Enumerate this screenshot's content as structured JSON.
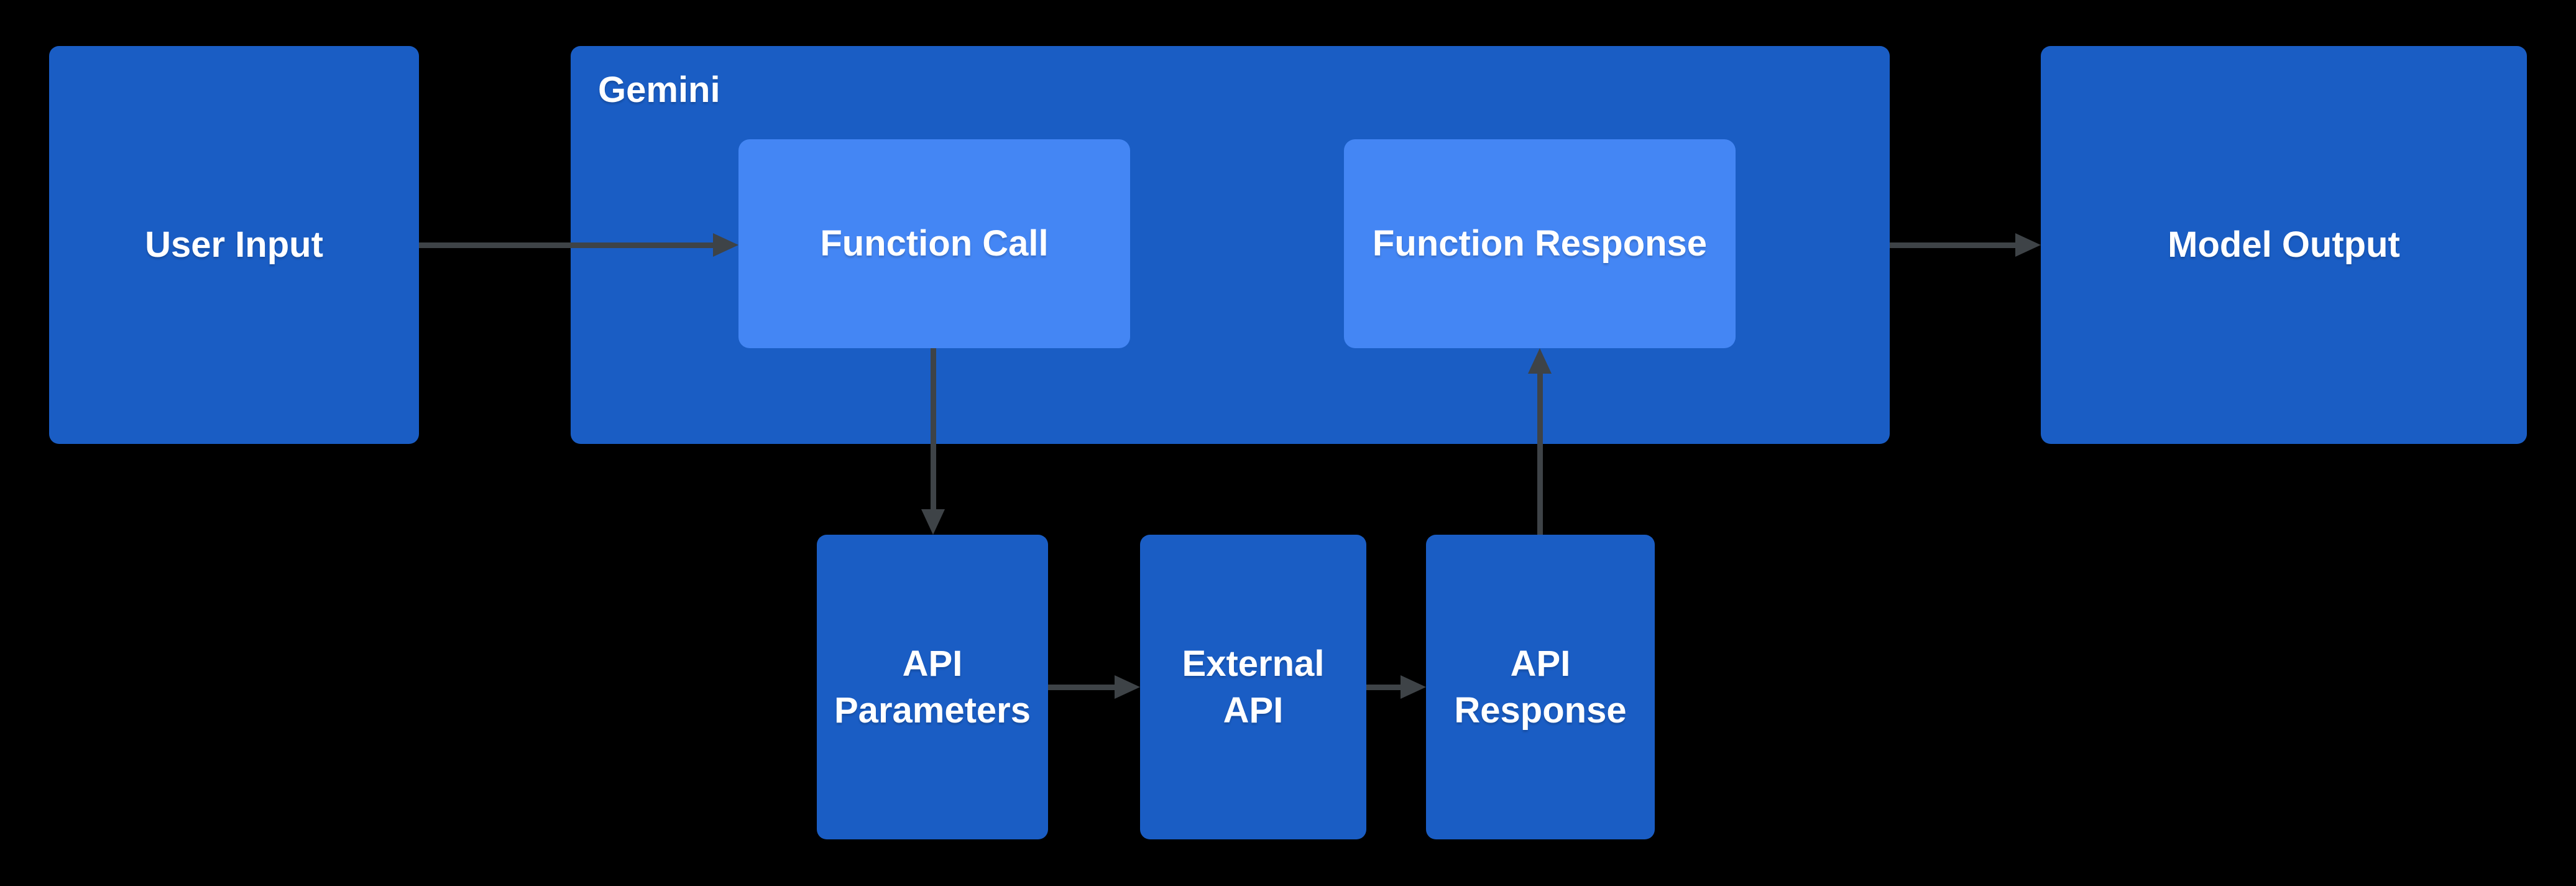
{
  "colors": {
    "background": "#000000",
    "box_dark": "#1a5dc4",
    "box_light": "#4486f4",
    "arrow": "#3e4347",
    "text": "#ffffff"
  },
  "nodes": {
    "user_input": {
      "label": "User Input"
    },
    "gemini": {
      "label": "Gemini"
    },
    "function_call": {
      "label": "Function Call"
    },
    "function_response": {
      "label": "Function Response"
    },
    "model_output": {
      "label": "Model Output"
    },
    "api_parameters": {
      "label": "API\nParameters"
    },
    "external_api": {
      "label": "External\nAPI"
    },
    "api_response": {
      "label": "API\nResponse"
    }
  },
  "arrows": [
    {
      "from": "User Input",
      "to": "Function Call",
      "direction": "right"
    },
    {
      "from": "Function Call",
      "to": "API Parameters",
      "direction": "down"
    },
    {
      "from": "API Parameters",
      "to": "External API",
      "direction": "right"
    },
    {
      "from": "External API",
      "to": "API Response",
      "direction": "right"
    },
    {
      "from": "API Response",
      "to": "Function Response",
      "direction": "up"
    },
    {
      "from": "Gemini",
      "to": "Model Output",
      "direction": "right"
    }
  ]
}
